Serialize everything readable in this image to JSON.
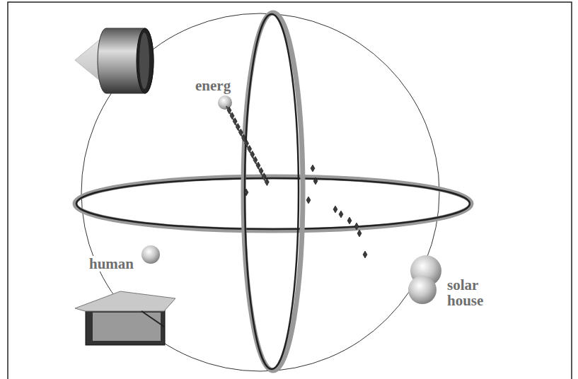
{
  "diagram": {
    "labels": [
      "energ",
      "human",
      "solar house"
    ]
  }
}
